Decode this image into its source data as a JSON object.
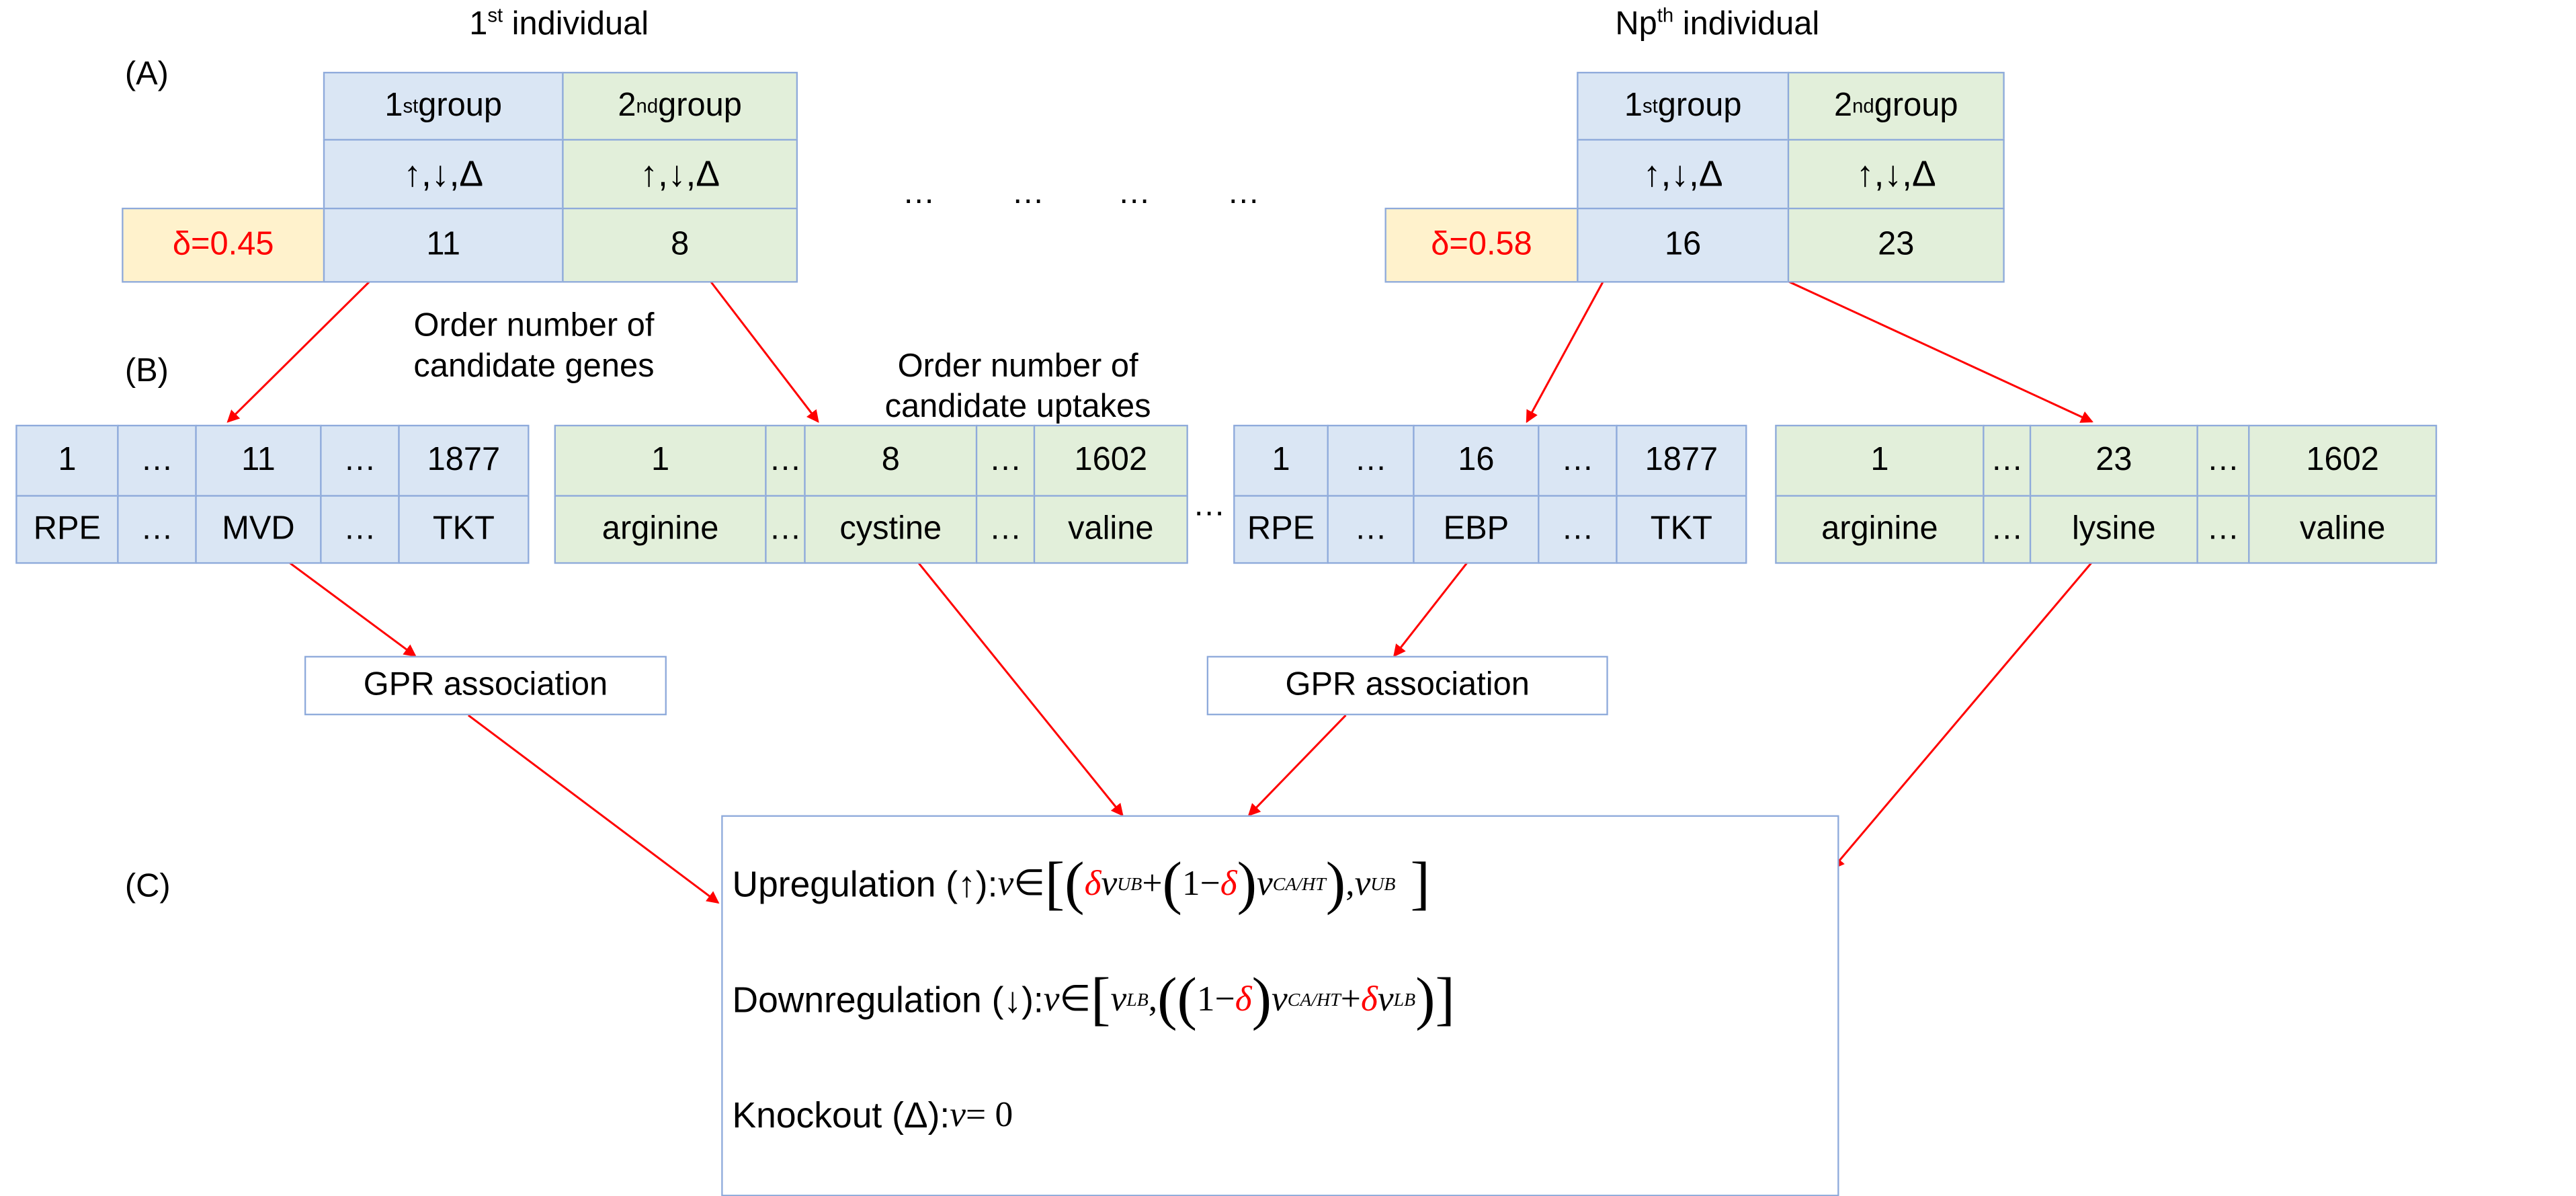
{
  "colors": {
    "group1": "#dae6f4",
    "group2": "#e2efda",
    "delta": "#fff2cc",
    "arrow": "#ff0000",
    "border": "#8eaadb"
  },
  "panel_a": {
    "label": "(A)",
    "individuals": [
      {
        "title_num": "1",
        "title_sup": "st",
        "title_rest": " individual",
        "delta": "δ=0.45",
        "groups": [
          {
            "num": "1",
            "sup": "st",
            "rest": " group",
            "ops": "↑,↓,Δ",
            "value": "11"
          },
          {
            "num": "2",
            "sup": "nd",
            "rest": " group",
            "ops": "↑,↓,Δ",
            "value": "8"
          }
        ]
      },
      {
        "title_num": "Np",
        "title_sup": "th",
        "title_rest": " individual",
        "delta": "δ=0.58",
        "groups": [
          {
            "num": "1",
            "sup": "st",
            "rest": " group",
            "ops": "↑,↓,Δ",
            "value": "16"
          },
          {
            "num": "2",
            "sup": "nd",
            "rest": " group",
            "ops": "↑,↓,Δ",
            "value": "23"
          }
        ]
      }
    ],
    "ellipses": [
      "…",
      "…",
      "…",
      "…"
    ]
  },
  "panel_b": {
    "label": "(B)",
    "caption_genes": [
      "Order number of",
      "candidate genes"
    ],
    "caption_uptakes": [
      "Order number of",
      "candidate uptakes"
    ],
    "ellipsis": "…",
    "tables": [
      {
        "kind": "genes",
        "numbers": [
          "1",
          "…",
          "11",
          "…",
          "1877"
        ],
        "names": [
          "RPE",
          "…",
          "MVD",
          "…",
          "TKT"
        ]
      },
      {
        "kind": "uptakes",
        "numbers": [
          "1",
          "…",
          "8",
          "…",
          "1602"
        ],
        "names": [
          "arginine",
          "…",
          "cystine",
          "…",
          "valine"
        ]
      },
      {
        "kind": "genes",
        "numbers": [
          "1",
          "…",
          "16",
          "…",
          "1877"
        ],
        "names": [
          "RPE",
          "…",
          "EBP",
          "…",
          "TKT"
        ]
      },
      {
        "kind": "uptakes",
        "numbers": [
          "1",
          "…",
          "23",
          "…",
          "1602"
        ],
        "names": [
          "arginine",
          "…",
          "lysine",
          "…",
          "valine"
        ]
      }
    ],
    "gpr_labels": [
      "GPR association",
      "GPR association"
    ]
  },
  "panel_c": {
    "label": "(C)",
    "up": {
      "text": "Upregulation (↑): ",
      "v": "v",
      "in": " ∈ ",
      "delta": "δ",
      "one_minus": "1−",
      "plus": " + ",
      "comma": ", ",
      "sup_ub": "UB",
      "sup_cahT": "CA/HT"
    },
    "down": {
      "text": "Downregulation (↓): ",
      "v": "v",
      "in": " ∈ ",
      "delta": "δ",
      "one_minus": "1−",
      "plus": " + ",
      "comma": ",",
      "sup_lb": "LB",
      "sup_cahT": "CA/HT"
    },
    "ko": {
      "text": "Knockout (Δ): ",
      "v": "v",
      "eq": " = 0"
    }
  }
}
